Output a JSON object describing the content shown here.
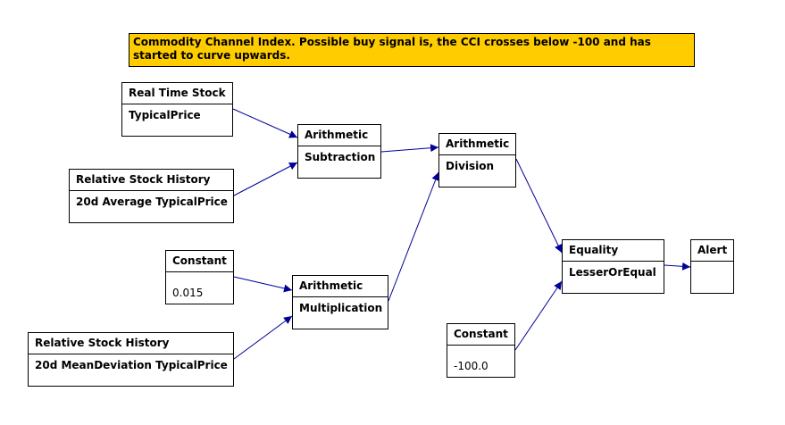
{
  "note": "Commodity Channel Index. Possible buy signal is, the CCI crosses below -100 and has started to curve upwards.",
  "nodes": {
    "rts": {
      "title": "Real Time Stock",
      "body": "TypicalPrice"
    },
    "rsh1": {
      "title": "Relative Stock History",
      "body": "20d Average TypicalPrice"
    },
    "const1": {
      "title": "Constant",
      "body": "0.015"
    },
    "rsh2": {
      "title": "Relative Stock History",
      "body": "20d MeanDeviation TypicalPrice"
    },
    "sub": {
      "title": "Arithmetic",
      "body": "Subtraction"
    },
    "mul": {
      "title": "Arithmetic",
      "body": "Multiplication"
    },
    "div": {
      "title": "Arithmetic",
      "body": "Division"
    },
    "eq": {
      "title": "Equality",
      "body": "LesserOrEqual"
    },
    "const2": {
      "title": "Constant",
      "body": "-100.0"
    },
    "alert": {
      "title": "Alert",
      "body": ""
    }
  },
  "colors": {
    "note_bg": "#ffcc00",
    "edge": "#000099"
  }
}
